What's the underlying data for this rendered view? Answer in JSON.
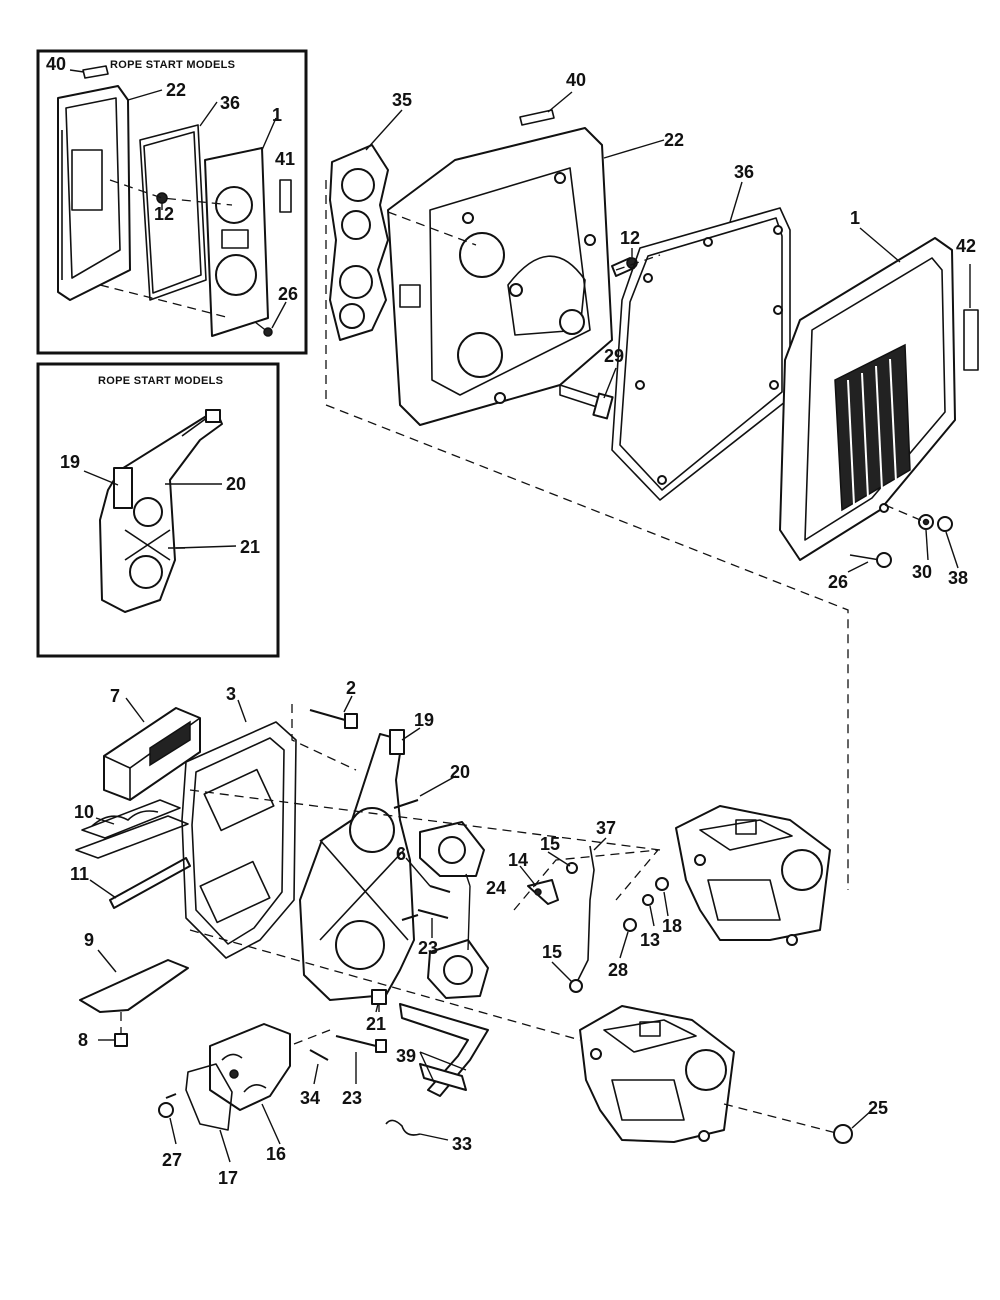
{
  "insets": {
    "top_title": "ROPE START MODELS",
    "bottom_title": "ROPE START MODELS"
  },
  "callouts": {
    "c40a": "40",
    "c22a": "22",
    "c36a": "36",
    "c1a": "1",
    "c41": "41",
    "c12a": "12",
    "c26a": "26",
    "c19a": "19",
    "c20a": "20",
    "c21a": "21",
    "c35": "35",
    "c40b": "40",
    "c22b": "22",
    "c36b": "36",
    "c12b": "12",
    "c1b": "1",
    "c42": "42",
    "c29": "29",
    "c26b": "26",
    "c30": "30",
    "c38": "38",
    "c7": "7",
    "c3": "3",
    "c2": "2",
    "c19b": "19",
    "c20b": "20",
    "c10": "10",
    "c6": "6",
    "c24": "24",
    "c11": "11",
    "c9": "9",
    "c8": "8",
    "c23a": "23",
    "c21b": "21",
    "c23b": "23",
    "c34": "34",
    "c27": "27",
    "c17": "17",
    "c16": "16",
    "c39": "39",
    "c33": "33",
    "c15a": "15",
    "c14": "14",
    "c37": "37",
    "c15b": "15",
    "c13": "13",
    "c18": "18",
    "c28": "28",
    "c25": "25"
  }
}
